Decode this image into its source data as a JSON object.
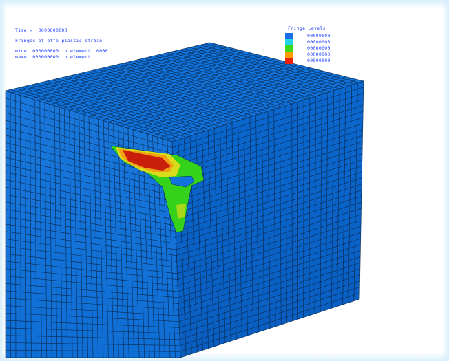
{
  "info": {
    "time_line": "Time =  0000000000",
    "title_line": "Fringes of effe plastic strain",
    "min_line": "min=  000000000 in element  0000",
    "max_line": "max=  000000000 in element"
  },
  "legend": {
    "title": "Fringe Levels",
    "levels": [
      {
        "label": "00000000",
        "color": "#1c6fe8"
      },
      {
        "label": "00000000",
        "color": "#22d4e6"
      },
      {
        "label": "00000000",
        "color": "#3fd91a"
      },
      {
        "label": "00000000",
        "color": "#ff9a00"
      },
      {
        "label": "00000000",
        "color": "#e8200c"
      }
    ]
  },
  "colors": {
    "mesh_blue": "#0f73d8",
    "mesh_blue_side": "#0a63c4",
    "mesh_lines": "#08264a",
    "zone_green": "#34d21a",
    "zone_yellow": "#d8dc1a",
    "zone_orange": "#f0a010",
    "zone_red": "#c81e0a"
  }
}
